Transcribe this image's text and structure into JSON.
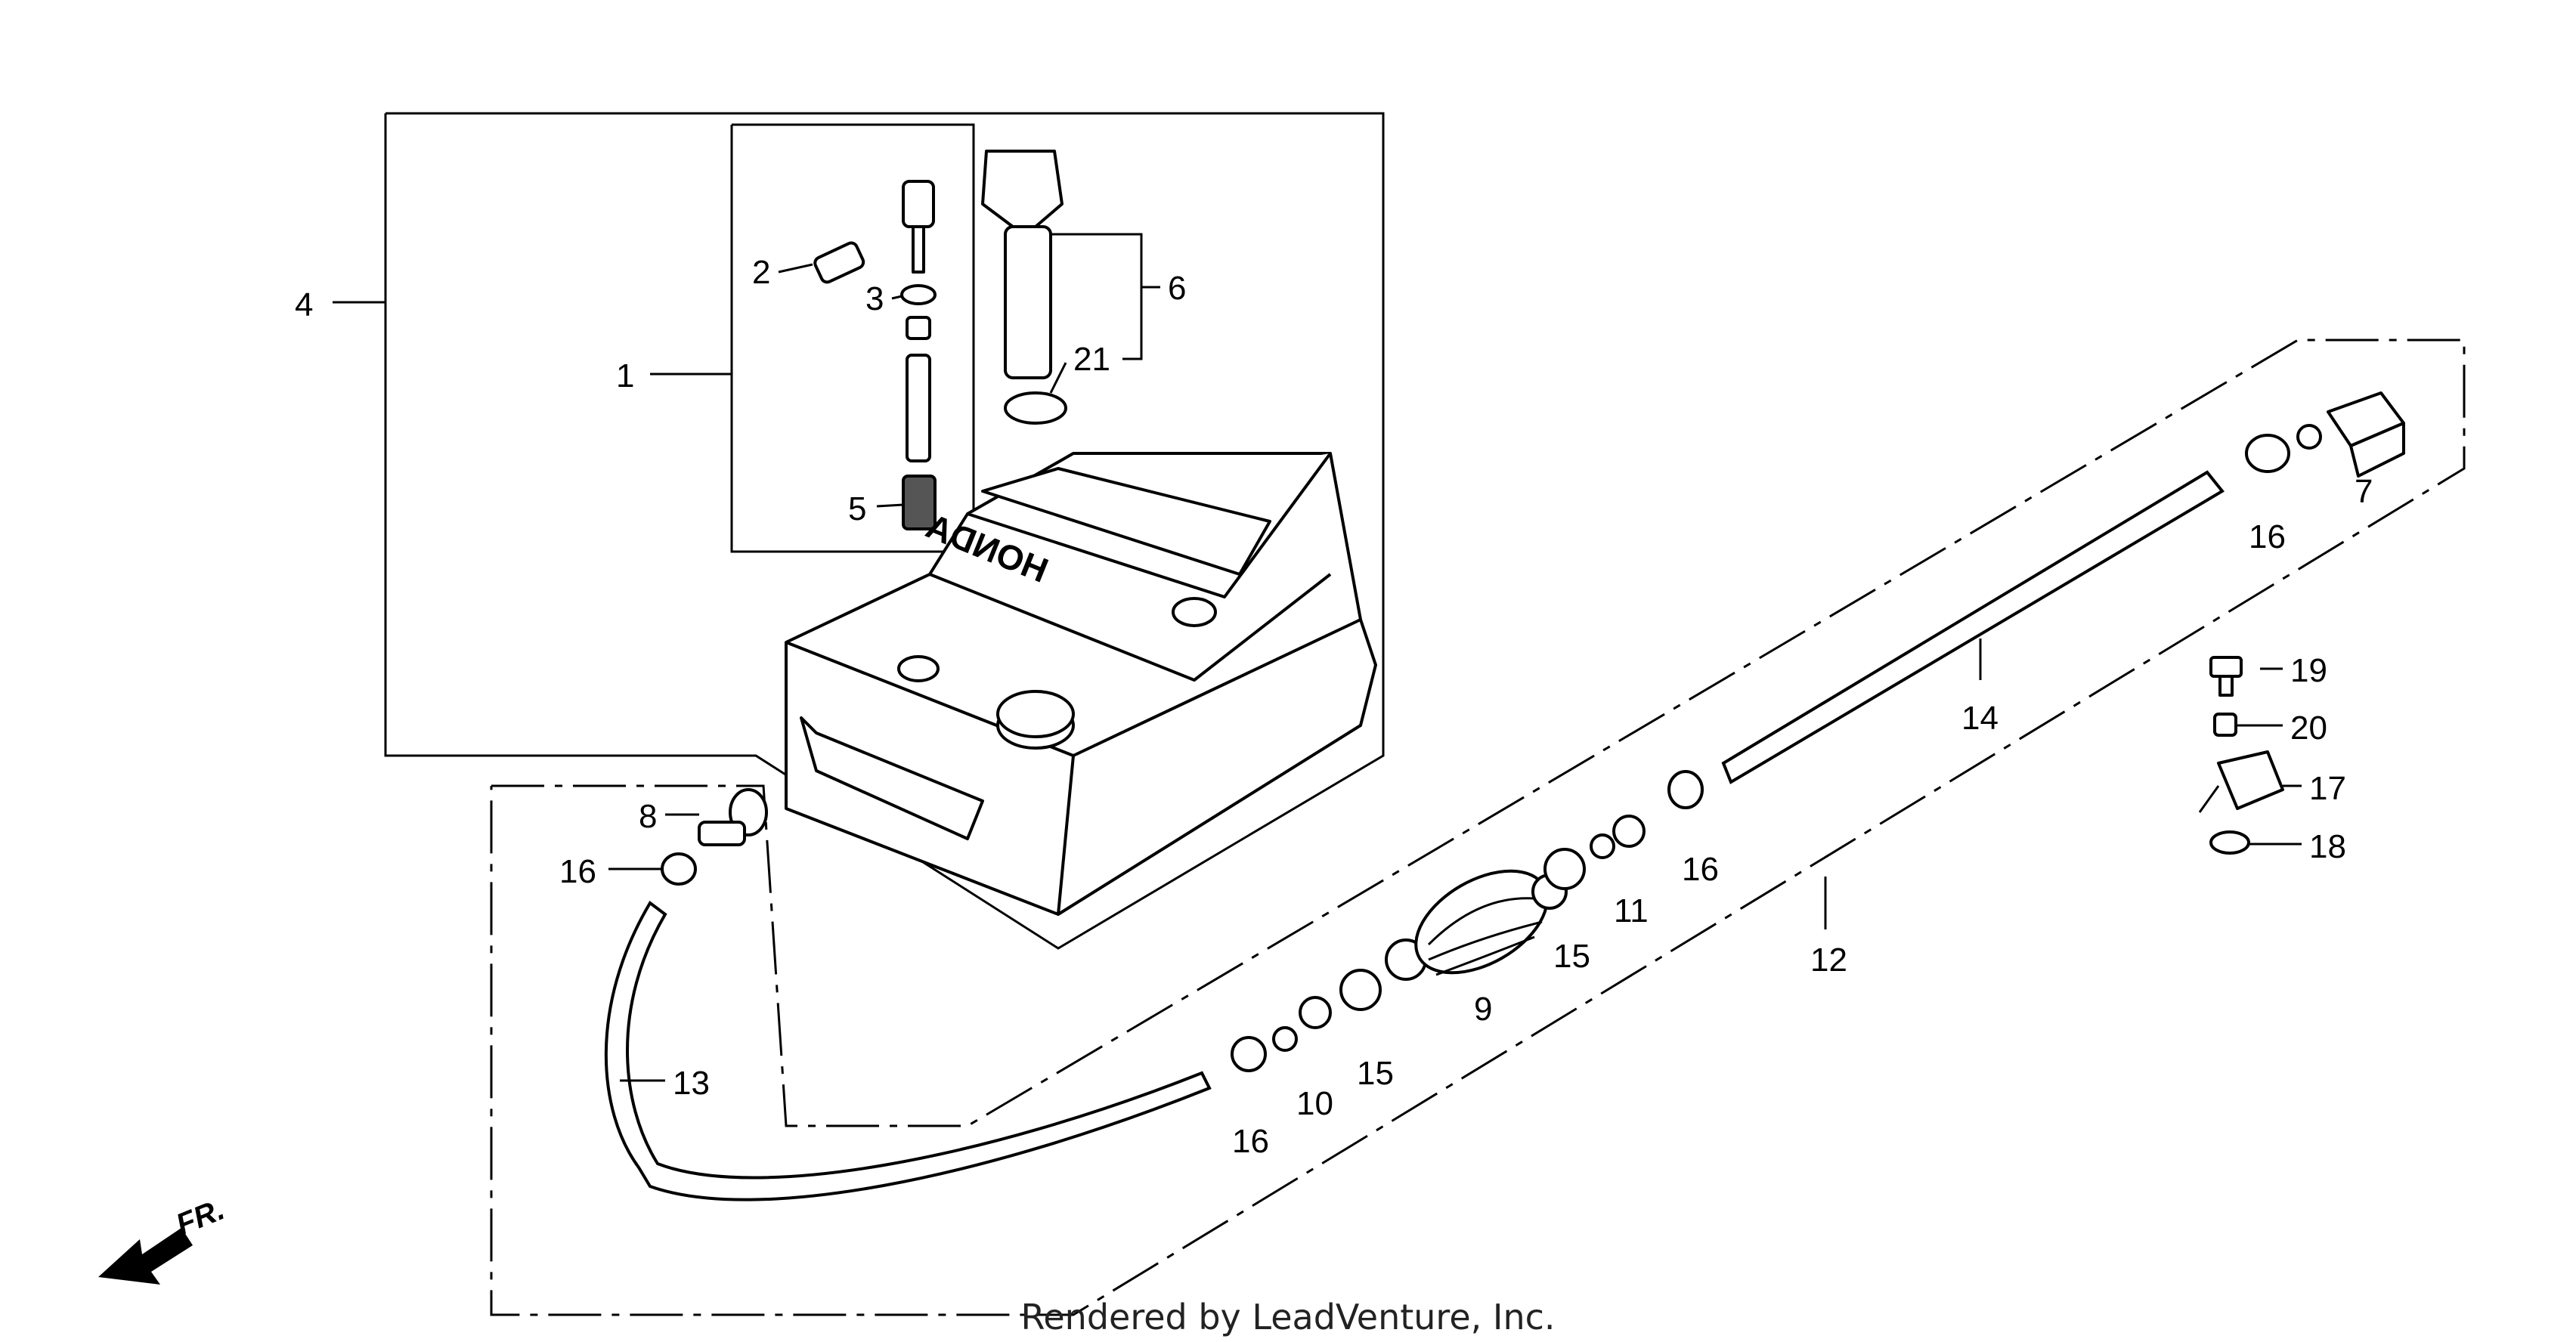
{
  "callouts": {
    "c1": "1",
    "c2": "2",
    "c3": "3",
    "c4": "4",
    "c5": "5",
    "c6": "6",
    "c7": "7",
    "c8": "8",
    "c9": "9",
    "c10": "10",
    "c11": "11",
    "c12": "12",
    "c13": "13",
    "c14": "14",
    "c15a": "15",
    "c15b": "15",
    "c16a": "16",
    "c16b": "16",
    "c16c": "16",
    "c16d": "16",
    "c17": "17",
    "c18": "18",
    "c19": "19",
    "c20": "20",
    "c21": "21"
  },
  "tank_brand": "HONDA",
  "direction_marker": "FR.",
  "footer": {
    "credit": "Rendered by LeadVenture, Inc."
  }
}
